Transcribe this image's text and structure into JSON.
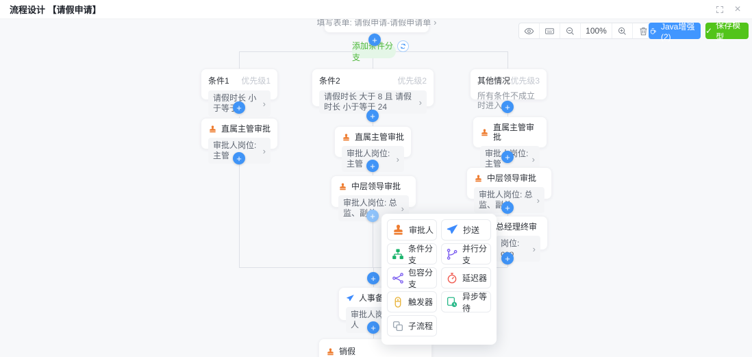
{
  "header": {
    "title": "流程设计 【请假申请】"
  },
  "icons": {
    "chevron": "›",
    "plus": "+",
    "close": "×",
    "check": "✓"
  },
  "colors": {
    "accent_blue": "#4096ff",
    "success_green": "#52c41a",
    "approver_orange": "#ee7d31",
    "cc_blue": "#3d8bfd",
    "branch_green": "#19b36b",
    "branch_purple": "#7a5cf0",
    "delay_red": "#f05a50",
    "trigger_yellow": "#e8b339",
    "async_teal": "#2bb98a",
    "subprocess_gray": "#9aa5b1",
    "toolbar_icon_gray": "#80868f"
  },
  "toolbar": {
    "zoom_level": "100%",
    "java_label": "Java增强 (2)",
    "save_label": "保存模型"
  },
  "flow": {
    "start": {
      "text": "填写表单: 请假申请-请假申请单"
    },
    "add_branch_label": "添加条件分支",
    "cond1": {
      "title": "条件1",
      "priority": "优先级1",
      "content": "请假时长 小于等于 8"
    },
    "cond2": {
      "title": "条件2",
      "priority": "优先级2",
      "content": "请假时长 大于 8 且 请假时长 小于等于 24"
    },
    "cond3": {
      "title": "其他情况",
      "priority": "优先级3",
      "content": "所有条件不成立时进入"
    },
    "approve_left": {
      "title": "直属主管审批",
      "content": "审批人岗位: 主管"
    },
    "approve_mid": {
      "title": "直属主管审批",
      "content": "审批人岗位: 主管"
    },
    "approve_right": {
      "title": "直属主管审批",
      "content": "审批人岗位: 主管"
    },
    "mid_leader_mid": {
      "title": "中层领导审批",
      "content": "审批人岗位: 总监、副总"
    },
    "mid_leader_right": {
      "title": "中层领导审批",
      "content": "审批人岗位: 总监、副总"
    },
    "ceo": {
      "title": "总经理终审",
      "content": "岗位: ceo"
    },
    "hr": {
      "title": "人事备案",
      "content": "审批人岗位: 人"
    },
    "cancel": {
      "title": "销假"
    }
  },
  "popup": {
    "items": [
      {
        "label": "审批人",
        "icon": "approver-icon",
        "color": "#ee7d31"
      },
      {
        "label": "抄送",
        "icon": "cc-icon",
        "color": "#3d8bfd"
      },
      {
        "label": "条件分支",
        "icon": "condition-branch-icon",
        "color": "#19b36b"
      },
      {
        "label": "并行分支",
        "icon": "parallel-branch-icon",
        "color": "#7a5cf0"
      },
      {
        "label": "包容分支",
        "icon": "inclusive-branch-icon",
        "color": "#7a5cf0"
      },
      {
        "label": "延迟器",
        "icon": "delay-icon",
        "color": "#f05a50"
      },
      {
        "label": "触发器",
        "icon": "trigger-icon",
        "color": "#e8b339"
      },
      {
        "label": "异步等待",
        "icon": "async-wait-icon",
        "color": "#2bb98a"
      },
      {
        "label": "子流程",
        "icon": "subprocess-icon",
        "color": "#9aa5b1"
      }
    ]
  }
}
